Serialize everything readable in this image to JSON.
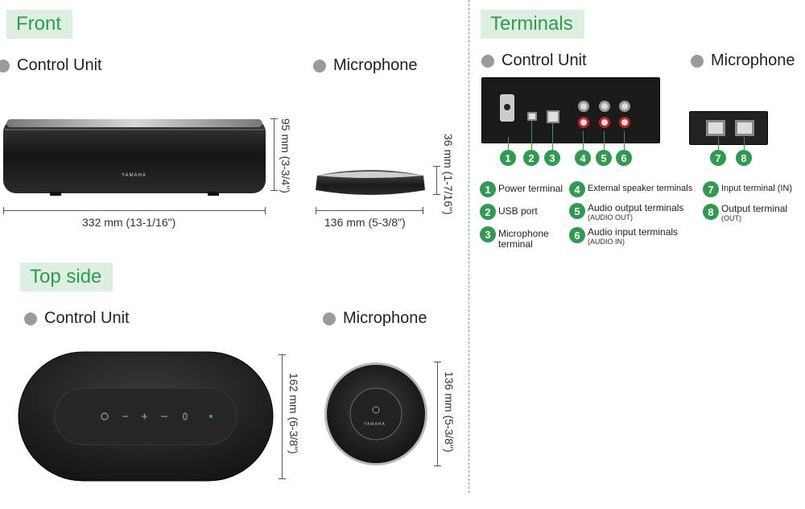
{
  "sections": {
    "front": "Front",
    "top_side": "Top side",
    "terminals": "Terminals"
  },
  "labels": {
    "control_unit": "Control Unit",
    "microphone": "Microphone"
  },
  "dimensions": {
    "front_cu_width": "332 mm (13-1/16\")",
    "front_cu_height": "95 mm (3-3/4\")",
    "front_mic_width": "136 mm (5-3/8\")",
    "front_mic_height": "36 mm (1-7/16\")",
    "top_cu_depth": "162 mm (6-3/8\")",
    "top_mic_diameter": "136 mm (5-3/8\")"
  },
  "brand_logo": "YAMAHA",
  "terminals": [
    {
      "num": "1",
      "label": "Power terminal",
      "sub": ""
    },
    {
      "num": "2",
      "label": "USB port",
      "sub": ""
    },
    {
      "num": "3",
      "label": "Microphone terminal",
      "sub": ""
    },
    {
      "num": "4",
      "label": "External speaker terminals",
      "sub": ""
    },
    {
      "num": "5",
      "label": "Audio output terminals",
      "sub": "(AUDIO OUT)"
    },
    {
      "num": "6",
      "label": "Audio input terminals",
      "sub": "(AUDIO IN)"
    },
    {
      "num": "7",
      "label": "Input terminal (IN)",
      "sub": ""
    },
    {
      "num": "8",
      "label": "Output terminal",
      "sub": "(OUT)"
    }
  ],
  "colors": {
    "accent_green": "#2f9a50",
    "tag_background": "#dcefe0",
    "bullet_gray": "#9a9a9a"
  }
}
